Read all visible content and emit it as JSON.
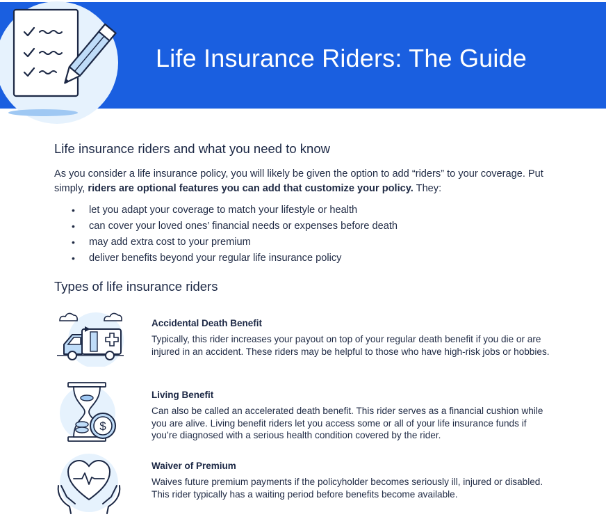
{
  "banner": {
    "title": "Life Insurance Riders: The Guide"
  },
  "section1": {
    "heading": "Life insurance riders and what you need to know",
    "intro_part1": "As you consider a life insurance policy, you will likely be given the option to add “riders” to your coverage. Put simply, ",
    "intro_bold": "riders are optional features you can add that customize your policy.",
    "intro_part2": " They:",
    "bullets": [
      "let you adapt your coverage to match your lifestyle or health",
      "can cover your loved ones’ financial needs or expenses before death",
      "may add extra cost to your premium",
      "deliver benefits beyond your regular life insurance policy"
    ]
  },
  "section2": {
    "heading": "Types of life insurance riders",
    "riders": [
      {
        "title": "Accidental Death Benefit",
        "description": "Typically, this rider increases your payout on top of your regular death benefit if you die or are injured in an accident. These riders may be helpful to those who have high-risk jobs or hobbies.",
        "icon": "ambulance-icon"
      },
      {
        "title": "Living Benefit",
        "description": "Can also be called an accelerated death benefit. This rider serves as a financial cushion while you are alive. Living benefit riders let you access some or all of your life insurance funds if you’re diagnosed with a serious health condition covered by the rider.",
        "icon": "hourglass-coins-icon"
      },
      {
        "title": "Waiver of Premium",
        "description": "Waives future premium payments if the policyholder becomes seriously ill, injured or disabled. This rider typically has a waiting period before benefits become available.",
        "icon": "heart-hands-icon"
      }
    ]
  },
  "colors": {
    "banner_blue": "#1a5fe0",
    "circle_light": "#e6f2fd",
    "icon_outline": "#1b2744",
    "icon_fill": "#bfdcf8"
  }
}
